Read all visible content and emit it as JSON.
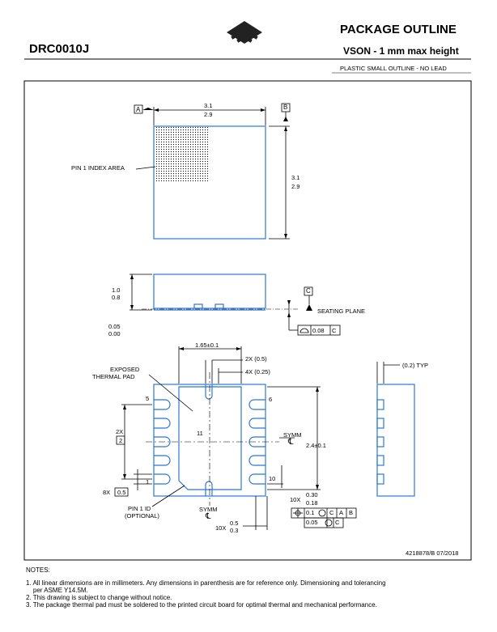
{
  "header": {
    "part_number": "DRC0010J",
    "title": "PACKAGE OUTLINE",
    "subtitle": "VSON - 1 mm max height",
    "description": "PLASTIC SMALL OUTLINE - NO LEAD"
  },
  "top_view": {
    "datum_a": "A",
    "datum_b": "B",
    "width_max": "3.1",
    "width_min": "2.9",
    "height_max": "3.1",
    "height_min": "2.9",
    "pin1_label": "PIN 1 INDEX AREA"
  },
  "side_view": {
    "height_max": "1.0",
    "height_min": "0.8",
    "standoff_max": "0.05",
    "standoff_min": "0.00",
    "datum_c": "C",
    "seating_plane": "SEATING PLANE",
    "flatness_value": "0.08",
    "flatness_datum": "C"
  },
  "bottom_view": {
    "pad_pitch_dim": "1.65±0.1",
    "dim_2x": "2X (0.5)",
    "dim_4x": "4X (0.25)",
    "thermal_pad_label_1": "EXPOSED",
    "thermal_pad_label_2": "THERMAL PAD",
    "pin5": "5",
    "pin6": "6",
    "pin1": "1",
    "pin10": "10",
    "pad_number": "11",
    "pitch_2x": "2X",
    "pitch_2x_val": "2",
    "pitch_8x": "8X",
    "pitch_8x_val": "0.5",
    "symm_1": "SYMM",
    "symm_2": "SYMM",
    "cl_symbol": "℄",
    "pad_len_dim": "2.4±0.1",
    "lead_w_prefix": "10X",
    "lead_w_max": "0.30",
    "lead_w_min": "0.18",
    "lead_l_prefix": "10X",
    "lead_l_max": "0.5",
    "lead_l_min": "0.3",
    "pin1_id_1": "PIN 1 ID",
    "pin1_id_2": "(OPTIONAL)",
    "tol_1_value": "0.1",
    "tol_1_datums": [
      "C",
      "A",
      "B"
    ],
    "tol_2_value": "0.05",
    "tol_2_datums": [
      "C"
    ]
  },
  "side_view_2": {
    "typ_dim": "(0.2) TYP"
  },
  "footer": {
    "doc_id": "4218878/B  07/2018",
    "notes_title": "NOTES:",
    "notes": [
      "1. All linear dimensions are in millimeters. Any dimensions in parenthesis are for reference only. Dimensioning and tolerancing",
      "    per ASME Y14.5M.",
      "2. This drawing is subject to change without notice.",
      "3. The package thermal pad must be soldered to the printed circuit board for optimal thermal and mechanical performance."
    ]
  }
}
